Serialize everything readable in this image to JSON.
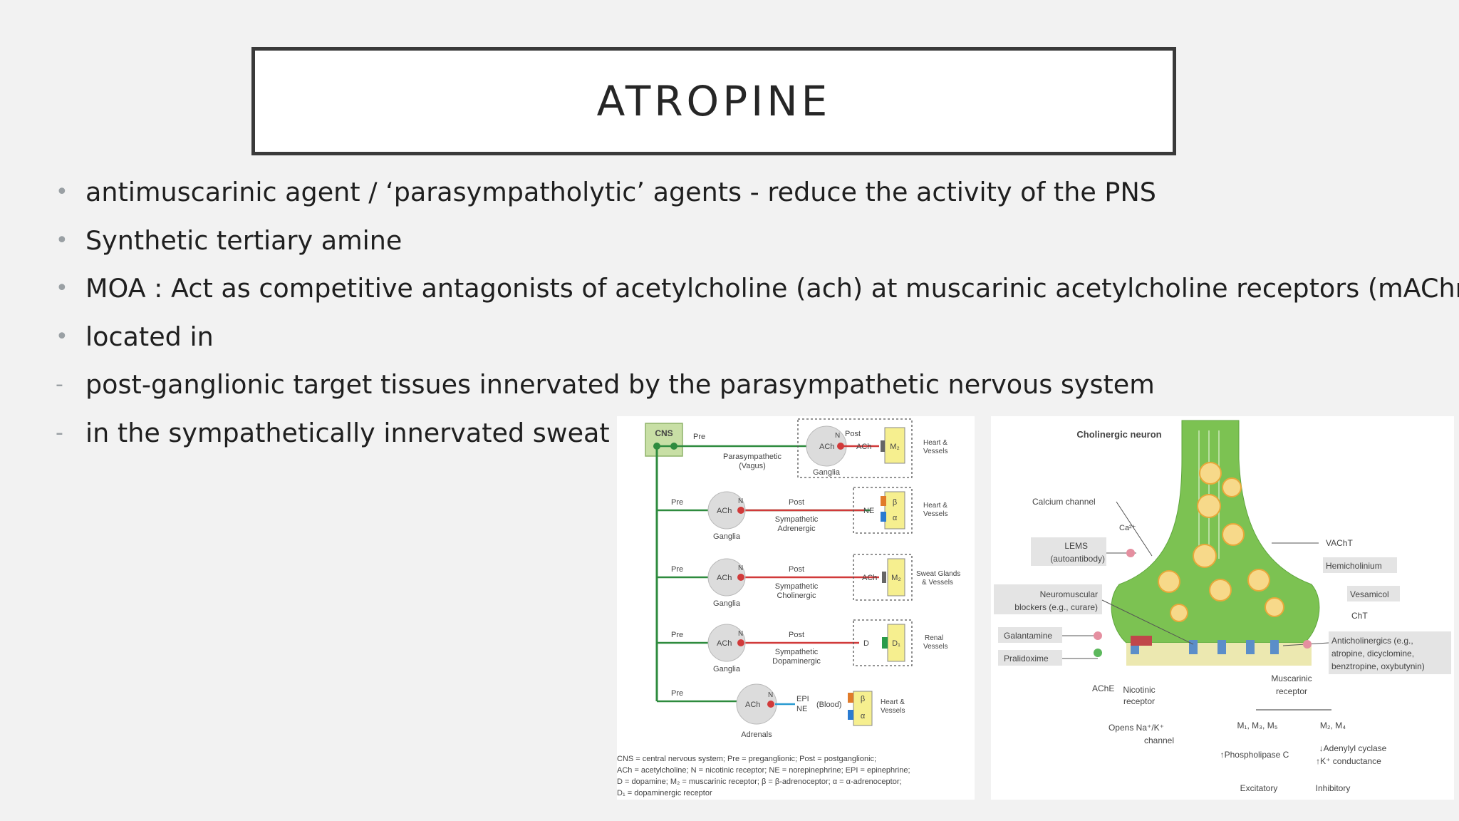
{
  "slide": {
    "title": "ATROPINE",
    "bullets": [
      {
        "marker": "•",
        "text": "antimuscarinic agent / ‘parasympatholytic’ agents - reduce the activity of the PNS"
      },
      {
        "marker": "•",
        "text": "Synthetic tertiary amine"
      },
      {
        "marker": "•",
        "text": "MOA : Act as competitive antagonists of acetylcholine (ach) at muscarinic acetylcholine receptors (mAChr)"
      },
      {
        "marker": "•",
        "text": "located in"
      },
      {
        "marker": "-",
        "text": "post-ganglionic target tissues innervated by the parasympathetic nervous system"
      },
      {
        "marker": "-",
        "text": "in the sympathetically innervated sweat glands"
      }
    ]
  },
  "figure_left": {
    "cns": "CNS",
    "pre": "Pre",
    "post": "Post",
    "ganglia": "Ganglia",
    "adrenals": "Adrenals",
    "ach": "ACh",
    "n": "N",
    "ne": "NE",
    "epi": "EPI",
    "blood": "(Blood)",
    "d": "D",
    "m2": "M₂",
    "d1": "D₁",
    "beta": "β",
    "alpha": "α",
    "parasym1": "Parasympathetic",
    "parasym2": "(Vagus)",
    "sym": "Sympathetic",
    "adrenergic": "Adrenergic",
    "cholinergic": "Cholinergic",
    "dopaminergic": "Dopaminergic",
    "heart1": "Heart &",
    "heart2": "Vessels",
    "sweat1": "Sweat Glands",
    "sweat2": "& Vessels",
    "renal1": "Renal",
    "renal2": "Vessels",
    "legend": [
      "CNS = central nervous system; Pre = preganglionic; Post = postganglionic;",
      "ACh = acetylcholine; N = nicotinic receptor; NE = norepinephrine; EPI = epinephrine;",
      "D = dopamine; M₂ = muscarinic receptor; β = β-adrenoceptor; α = α-adrenoceptor;",
      "D₁ = dopaminergic receptor"
    ]
  },
  "figure_right": {
    "title": "Cholinergic neuron",
    "calcium": "Calcium channel",
    "ca": "Ca²⁺",
    "lems1": "LEMS",
    "lems2": "(autoantibody)",
    "nm1": "Neuromuscular",
    "nm2": "blockers (e.g., curare)",
    "galantamine": "Galantamine",
    "pralidoxime": "Pralidoxime",
    "ache": "AChE",
    "nic1": "Nicotinic",
    "nic2": "receptor",
    "opens1": "Opens Na⁺/K⁺",
    "opens2": "channel",
    "mus1": "Muscarinic",
    "mus2": "receptor",
    "m135": "M₁, M₃, M₅",
    "m24": "M₂, M₄",
    "plc": "↑Phospholipase C",
    "ac1": "↓Adenylyl cyclase",
    "ac2": "↑K⁺ conductance",
    "excit": "Excitatory",
    "inhib": "Inhibitory",
    "vacht": "VAChT",
    "hemi": "Hemicholinium",
    "vesa": "Vesamicol",
    "cht": "ChT",
    "anti1": "Anticholinergics (e.g.,",
    "anti2": "atropine, dicyclomine,",
    "anti3": "benztropine, oxybutynin)"
  }
}
